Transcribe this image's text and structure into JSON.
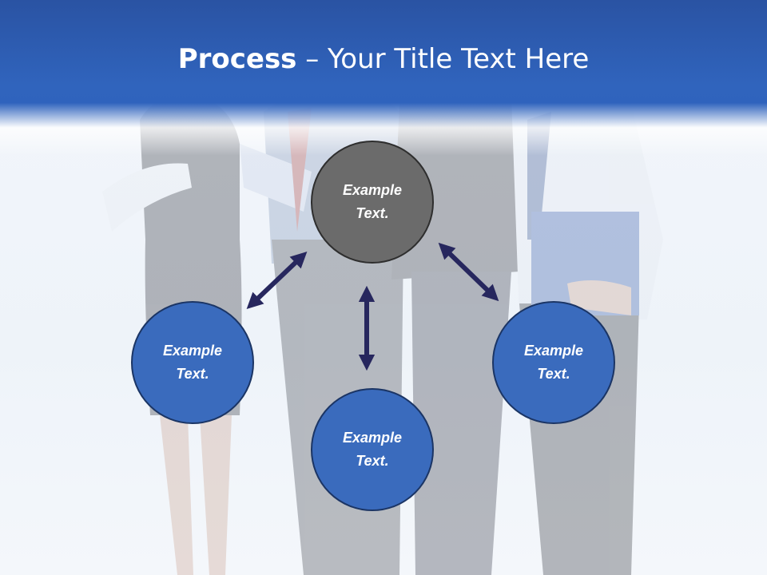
{
  "title": {
    "bold": "Process",
    "rest": " – Your Title Text Here"
  },
  "diagram": {
    "nodes": [
      {
        "id": "top",
        "text": "Example Text.",
        "fill": "#676767"
      },
      {
        "id": "left",
        "text": "Example Text.",
        "fill": "#3a6bbd"
      },
      {
        "id": "bottom",
        "text": "Example Text.",
        "fill": "#3a6bbd"
      },
      {
        "id": "right",
        "text": "Example Text.",
        "fill": "#3a6bbd"
      }
    ],
    "arrow_color": "#27275e"
  }
}
